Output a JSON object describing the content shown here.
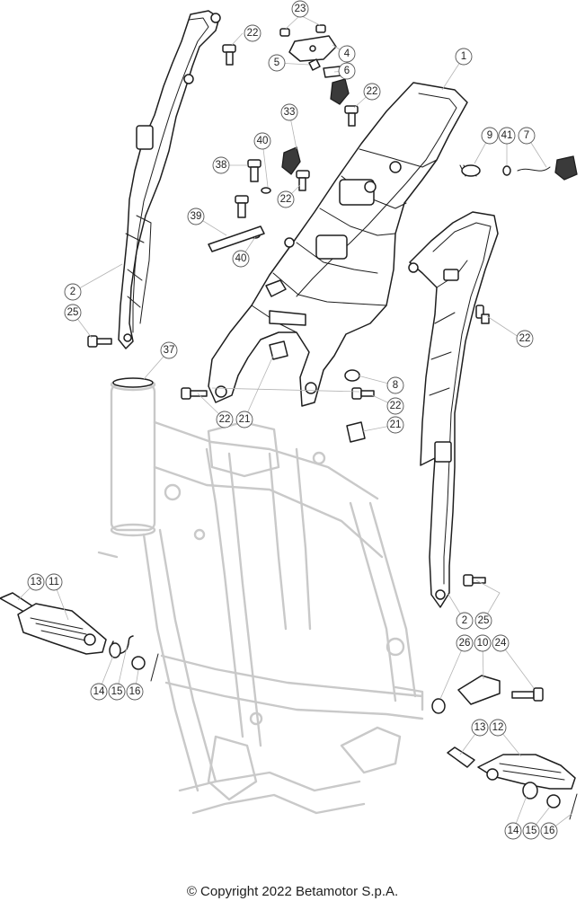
{
  "callouts": [
    {
      "id": "c1",
      "label": "1"
    },
    {
      "id": "c2a",
      "label": "2"
    },
    {
      "id": "c2b",
      "label": "2"
    },
    {
      "id": "c4",
      "label": "4"
    },
    {
      "id": "c5",
      "label": "5"
    },
    {
      "id": "c6",
      "label": "6"
    },
    {
      "id": "c7",
      "label": "7"
    },
    {
      "id": "c8",
      "label": "8"
    },
    {
      "id": "c9",
      "label": "9"
    },
    {
      "id": "c10",
      "label": "10"
    },
    {
      "id": "c11",
      "label": "11"
    },
    {
      "id": "c12",
      "label": "12"
    },
    {
      "id": "c13a",
      "label": "13"
    },
    {
      "id": "c13b",
      "label": "13"
    },
    {
      "id": "c14a",
      "label": "14"
    },
    {
      "id": "c14b",
      "label": "14"
    },
    {
      "id": "c15a",
      "label": "15"
    },
    {
      "id": "c15b",
      "label": "15"
    },
    {
      "id": "c16a",
      "label": "16"
    },
    {
      "id": "c16b",
      "label": "16"
    },
    {
      "id": "c21a",
      "label": "21"
    },
    {
      "id": "c21b",
      "label": "21"
    },
    {
      "id": "c22a",
      "label": "22"
    },
    {
      "id": "c22b",
      "label": "22"
    },
    {
      "id": "c22c",
      "label": "22"
    },
    {
      "id": "c22d",
      "label": "22"
    },
    {
      "id": "c22e",
      "label": "22"
    },
    {
      "id": "c22f",
      "label": "22"
    },
    {
      "id": "c23",
      "label": "23"
    },
    {
      "id": "c24",
      "label": "24"
    },
    {
      "id": "c25a",
      "label": "25"
    },
    {
      "id": "c25b",
      "label": "25"
    },
    {
      "id": "c26",
      "label": "26"
    },
    {
      "id": "c33",
      "label": "33"
    },
    {
      "id": "c37",
      "label": "37"
    },
    {
      "id": "c38",
      "label": "38"
    },
    {
      "id": "c39",
      "label": "39"
    },
    {
      "id": "c40a",
      "label": "40"
    },
    {
      "id": "c40b",
      "label": "40"
    },
    {
      "id": "c41",
      "label": "41"
    }
  ],
  "copyright": "© Copyright 2022 Betamotor S.p.A."
}
